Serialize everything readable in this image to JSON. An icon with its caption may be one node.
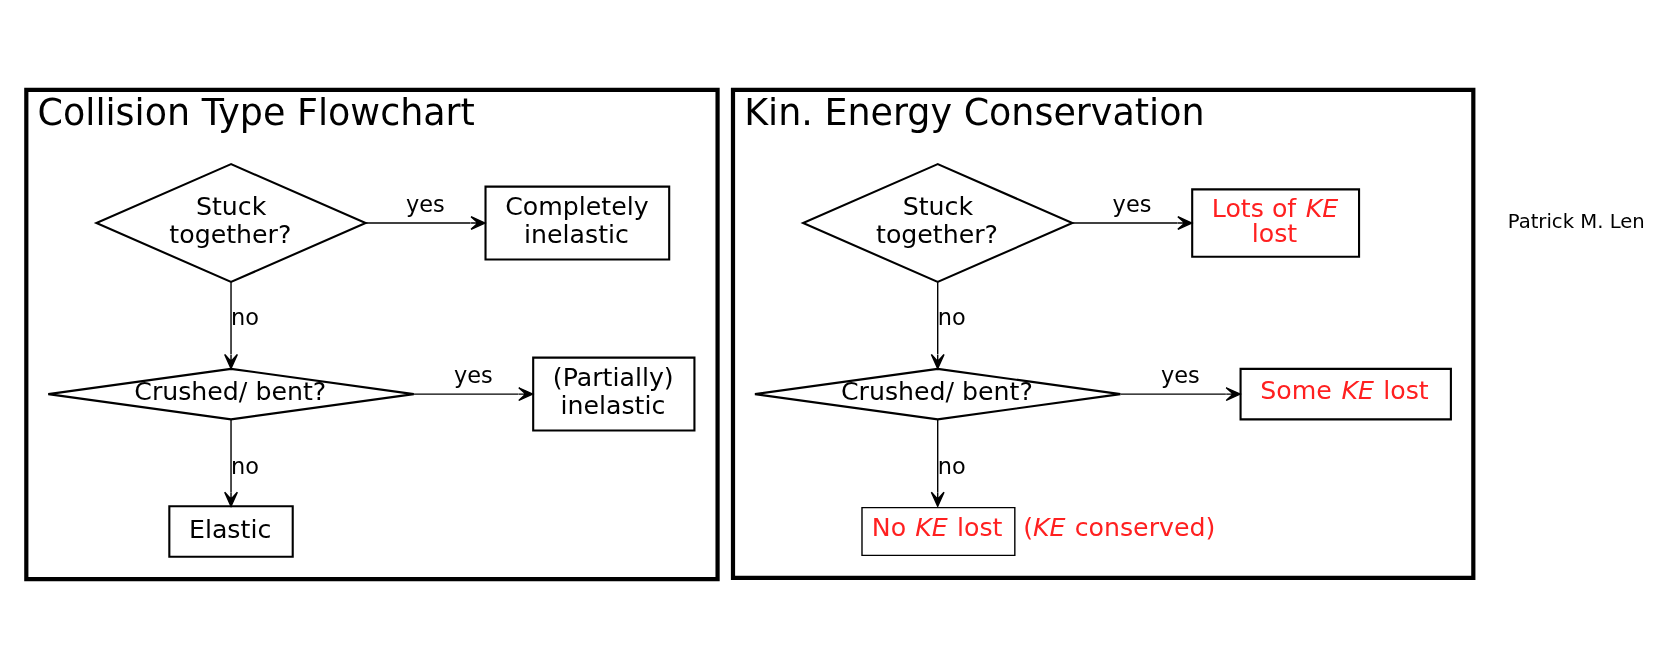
{
  "diagram": {
    "nodes": [
      {
        "text": [
          "Collision Type Flowchart"
        ]
      },
      {
        "text": [
          "Stuck together?"
        ],
        "in": 0
      },
      {
        "text": [
          "Completely inelastic"
        ],
        "in": 0
      },
      {
        "text": [
          "Crushed/ bent?"
        ],
        "in": 0
      },
      {
        "text": [
          "(Partially) inelastic"
        ],
        "in": 0
      },
      {
        "text": [
          "Elastic"
        ],
        "in": 0
      },
      {
        "text": [
          "Kin. Energy Conservation"
        ]
      },
      {
        "text": [
          "Stuck together?"
        ],
        "in": 6
      },
      {
        "text": [
          "Lots of *KE* lost"
        ],
        "in": 6
      },
      {
        "text": [
          "Crushed/ bent?"
        ],
        "in": 6
      },
      {
        "text": [
          "Some *KE* lost"
        ],
        "in": 6
      },
      {
        "text": [
          "No *KE* lost"
        ],
        "in": 6,
        "beside": [
          "(*KE* conserved)"
        ]
      }
    ],
    "edges": [
      {
        "from": 1,
        "to": 2,
        "arrow": "to",
        "label": "yes"
      },
      {
        "from": 1,
        "to": 3,
        "arrow": "to",
        "label": "no"
      },
      {
        "from": 3,
        "to": 4,
        "arrow": "to",
        "label": "yes"
      },
      {
        "from": 3,
        "to": 5,
        "arrow": "to",
        "label": "no"
      },
      {
        "from": 7,
        "to": 8,
        "arrow": "to",
        "label": "yes"
      },
      {
        "from": 7,
        "to": 9,
        "arrow": "to",
        "label": "no"
      },
      {
        "from": 9,
        "to": 10,
        "arrow": "to",
        "label": "yes"
      },
      {
        "from": 9,
        "to": 11,
        "arrow": "to",
        "label": "no"
      }
    ],
    "labels": [
      "Patrick M. Len"
    ]
  }
}
